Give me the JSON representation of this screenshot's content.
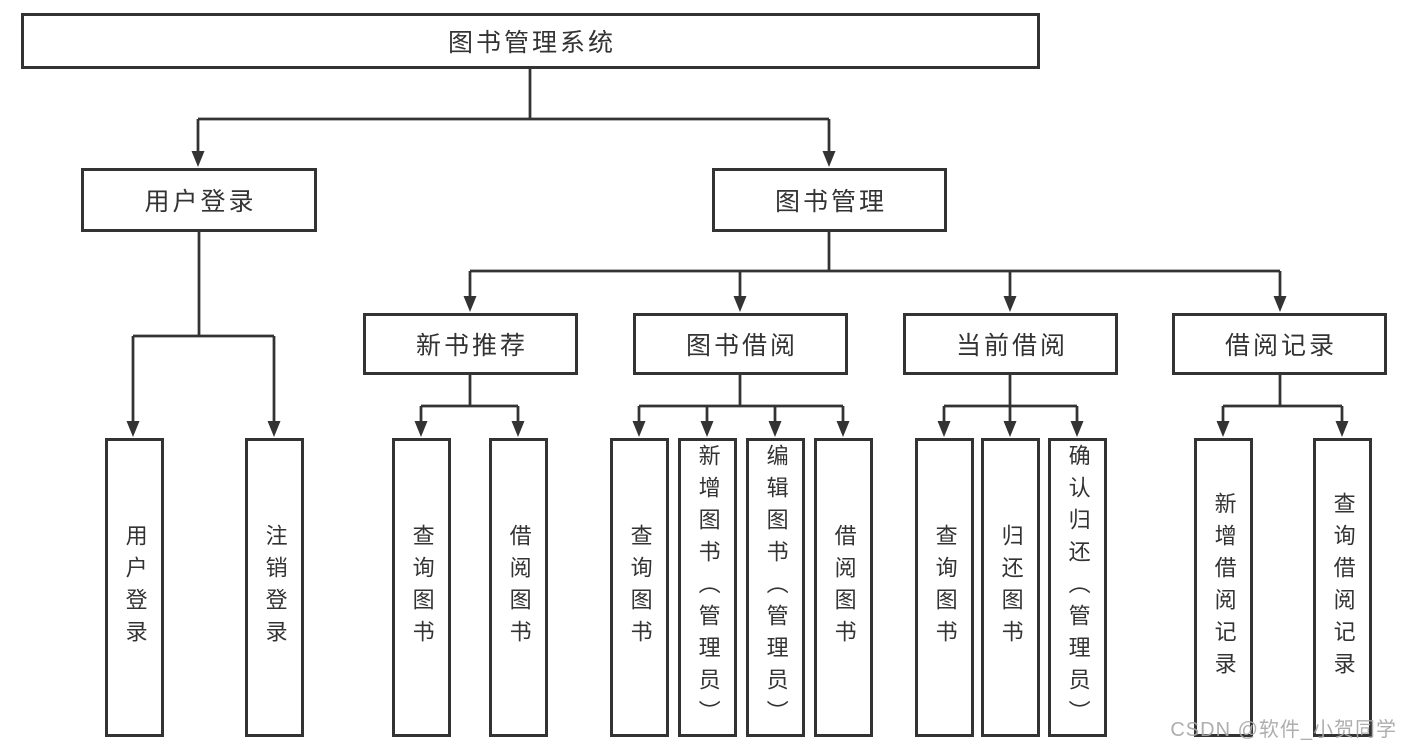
{
  "root": {
    "label": "图书管理系统"
  },
  "branches": {
    "user_login": {
      "label": "用户登录",
      "children": [
        "用户登录",
        "注销登录"
      ]
    },
    "book_mgmt": {
      "label": "图书管理",
      "sections": {
        "new_book": {
          "label": "新书推荐",
          "children": [
            "查询图书",
            "借阅图书"
          ]
        },
        "book_borrow": {
          "label": "图书借阅",
          "children": [
            "查询图书",
            "新增图书（管理员）",
            "编辑图书（管理员）",
            "借阅图书"
          ]
        },
        "current_borrow": {
          "label": "当前借阅",
          "children": [
            "查询图书",
            "归还图书",
            "确认归还（管理员）"
          ]
        },
        "borrow_record": {
          "label": "借阅记录",
          "children": [
            "新增借阅记录",
            "查询借阅记录"
          ]
        }
      }
    }
  },
  "watermark": "CSDN @软件_小贺同学",
  "colors": {
    "line": "#333333",
    "text": "#333333",
    "background": "#ffffff",
    "watermark": "#a8a8a8"
  }
}
